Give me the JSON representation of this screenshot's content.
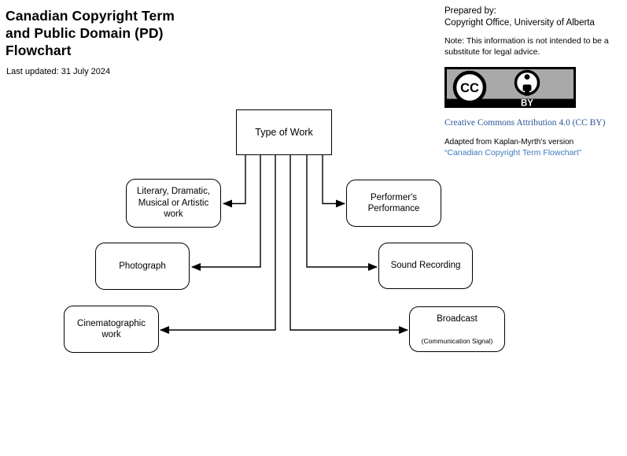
{
  "header": {
    "title": "Canadian Copyright Term\nand Public Domain (PD)\nFlowchart",
    "last_updated": "Last updated: 31 July 2024"
  },
  "info_panel": {
    "prepared_by": "Prepared by:\nCopyright Office, University of Alberta",
    "note": "Note:  This information is not intended to be a\nsubstitute for legal advice.",
    "badge": {
      "cc": "CC",
      "by": "BY"
    },
    "license_link": "Creative Commons Attribution 4.0 (CC BY)",
    "adapted_from": "Adapted from Kaplan-Myrth's version",
    "adapted_link": "“Canadian Copyright Term Flowchart”"
  },
  "flowchart": {
    "root": {
      "label": "Type of Work"
    },
    "nodes": [
      {
        "id": "literary",
        "label": "Literary, Dramatic,\nMusical or Artistic\nwork"
      },
      {
        "id": "performer",
        "label": "Performer's\nPerformance"
      },
      {
        "id": "photograph",
        "label": "Photograph"
      },
      {
        "id": "sound-recording",
        "label": "Sound Recording"
      },
      {
        "id": "cinematographic",
        "label": "Cinematographic\nwork"
      },
      {
        "id": "broadcast",
        "label": "Broadcast",
        "sublabel": "(Communication Signal)"
      }
    ],
    "edges": [
      {
        "from": "type-of-work",
        "to": "literary"
      },
      {
        "from": "type-of-work",
        "to": "performer"
      },
      {
        "from": "type-of-work",
        "to": "photograph"
      },
      {
        "from": "type-of-work",
        "to": "sound-recording"
      },
      {
        "from": "type-of-work",
        "to": "cinematographic"
      },
      {
        "from": "type-of-work",
        "to": "broadcast"
      }
    ]
  },
  "colors": {
    "serif_link": "#2A5699",
    "sans_link": "#3D7ABF",
    "badge_gray": "#A9A9A9",
    "line": "#000000"
  }
}
